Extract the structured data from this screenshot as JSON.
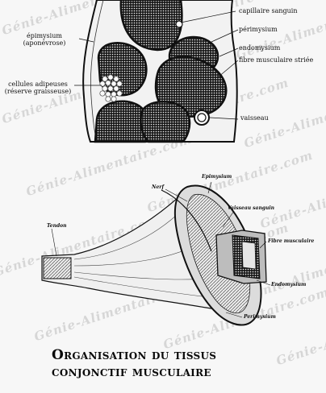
{
  "watermark": "Génie-Alimentaire.com",
  "cross_section": {
    "labels": {
      "capillaire": "capillaire sanguin",
      "epimysium_line1": "épimysium",
      "epimysium_line2": "(aponévrose)",
      "perimysium": "périmysium",
      "endomysium": "endomysium",
      "fibre": "fibre musculaire striée",
      "adipeuses_line1": "cellules adipeuses",
      "adipeuses_line2": "(réserve graisseuse)",
      "vaisseau": "vaisseau"
    }
  },
  "muscle_diagram": {
    "labels": {
      "epimysium": "Epimysium",
      "nerf": "Nerf",
      "vaisseau_sanguin": "Vaisseau sanguin",
      "tendon": "Tendon",
      "fibre_musculaire": "Fibre musculaire",
      "endomysium": "Endomysium",
      "perimysium": "Perimysium"
    }
  },
  "title": {
    "line1": "Organisation du tissus",
    "line2": "conjonctif musculaire"
  },
  "colors": {
    "ink": "#111111",
    "background": "#f7f7f7",
    "watermark": "#969696"
  }
}
